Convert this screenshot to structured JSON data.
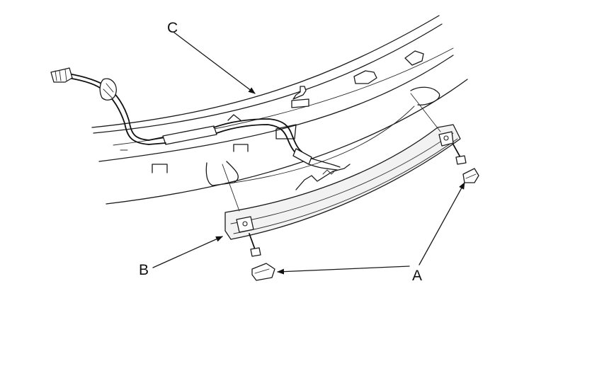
{
  "labels": {
    "a": "A",
    "b": "B",
    "c": "C"
  },
  "colors": {
    "stroke": "#1a1a1a",
    "background": "#ffffff"
  }
}
